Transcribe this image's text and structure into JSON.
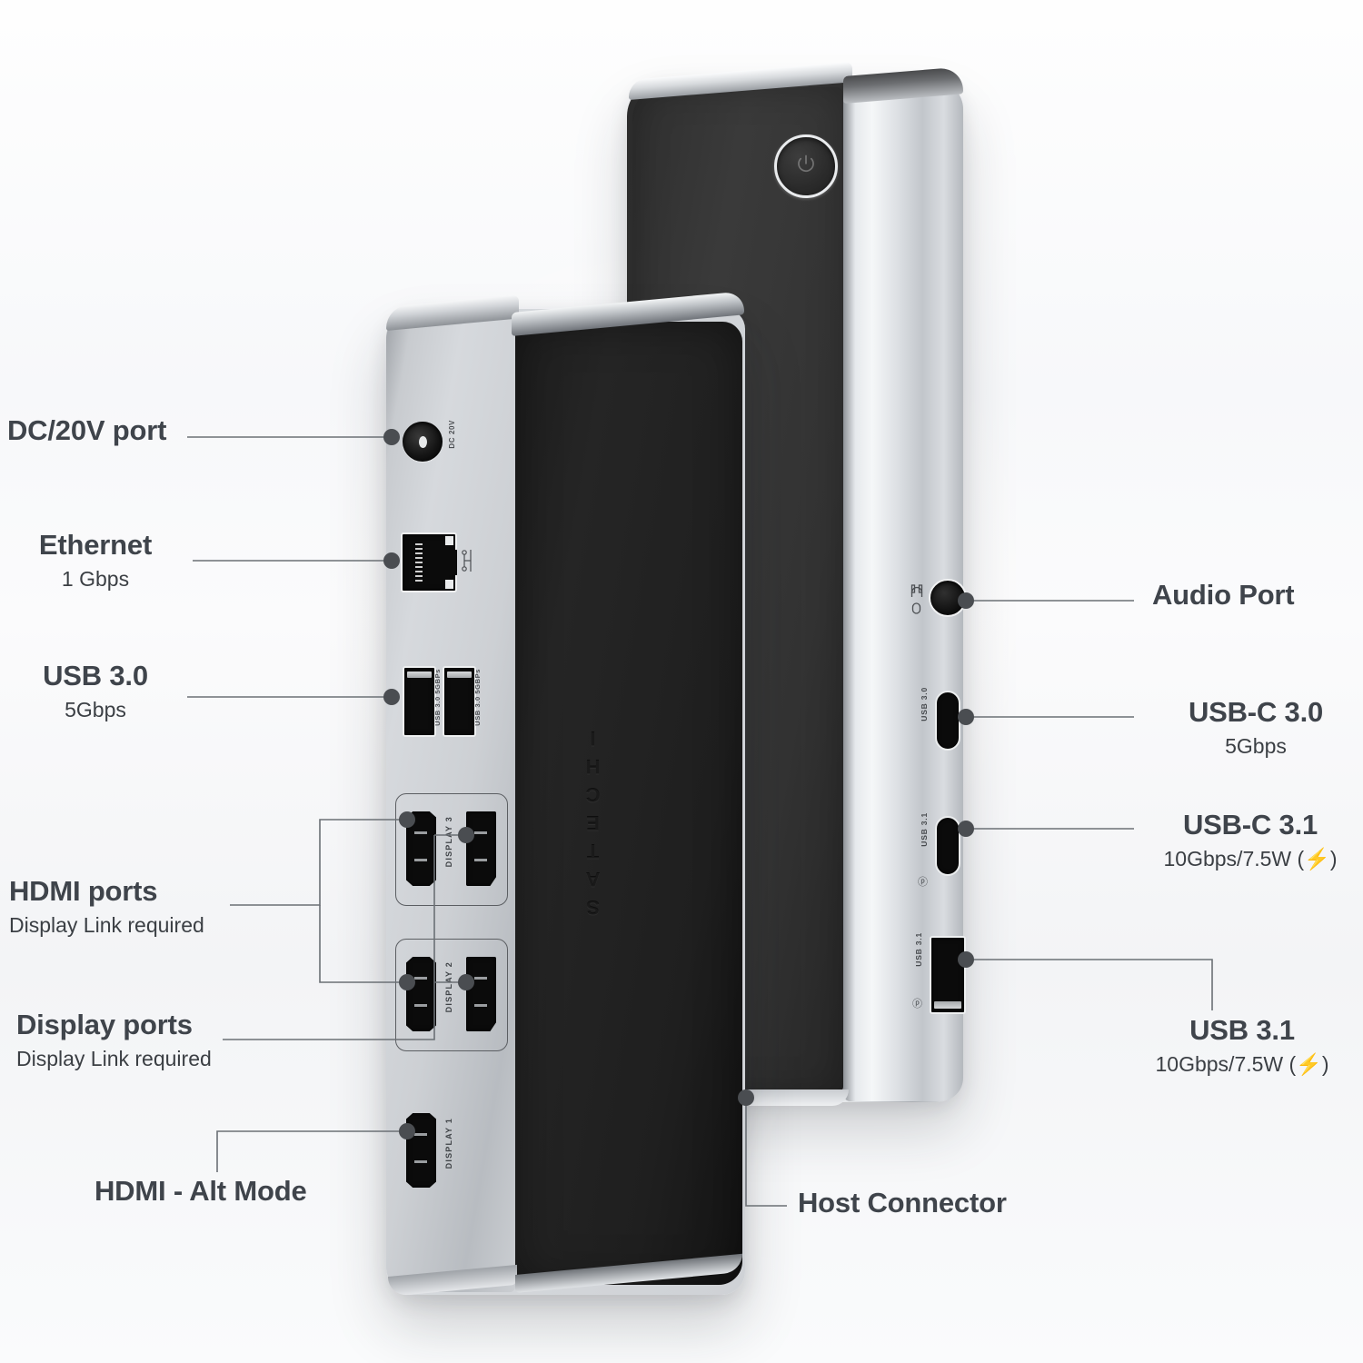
{
  "product": {
    "brand": "SATECHI",
    "power_button_icon": "power-icon"
  },
  "background": {
    "base_color": "#f4f5f7",
    "highlight_color": "#ffffff"
  },
  "colors": {
    "label_title": "#3f444b",
    "label_sub": "#3b3f44",
    "leader_line": "#6b7075",
    "leader_dot": "#4a4d51",
    "metal_light": "#e6e9ec",
    "metal_dark": "#9ea2a7",
    "body_dark": "#222222"
  },
  "labels": {
    "left": [
      {
        "id": "dc-port",
        "title": "DC/20V port",
        "sub": ""
      },
      {
        "id": "ethernet",
        "title": "Ethernet",
        "sub": "1 Gbps"
      },
      {
        "id": "usb-3-0",
        "title": "USB 3.0",
        "sub": "5Gbps"
      },
      {
        "id": "hdmi-ports",
        "title": "HDMI ports",
        "sub": "Display Link required"
      },
      {
        "id": "display-ports",
        "title": "Display ports",
        "sub": "Display Link required"
      },
      {
        "id": "hdmi-alt",
        "title": "HDMI - Alt Mode",
        "sub": ""
      }
    ],
    "right": [
      {
        "id": "audio-port",
        "title": "Audio Port",
        "sub": ""
      },
      {
        "id": "usb-c-3-0",
        "title": "USB-C 3.0",
        "sub": "5Gbps"
      },
      {
        "id": "usb-c-3-1",
        "title": "USB-C 3.1",
        "sub": "10Gbps/7.5W (⚡)"
      },
      {
        "id": "usb-3-1",
        "title": "USB 3.1",
        "sub": "10Gbps/7.5W (⚡)"
      }
    ],
    "bottom": [
      {
        "id": "host-connector",
        "title": "Host Connector",
        "sub": ""
      }
    ]
  },
  "port_markings": {
    "dc": "DC 20V",
    "ethernet_icon": "ethernet-icon",
    "usb_a_left_1": "USB 3.0 5GBPs",
    "usb_a_left_2": "USB 3.0 5GBPs",
    "display3": "DISPLAY 3",
    "display2": "DISPLAY 2",
    "display1": "DISPLAY 1",
    "audio_icon": "headphone-mic-icon",
    "usb_c_30": "USB 3.0",
    "usb_c_31": "USB 3.1",
    "usb_a_31": "USB 3.1",
    "charge_glyph": "ⓓ"
  }
}
